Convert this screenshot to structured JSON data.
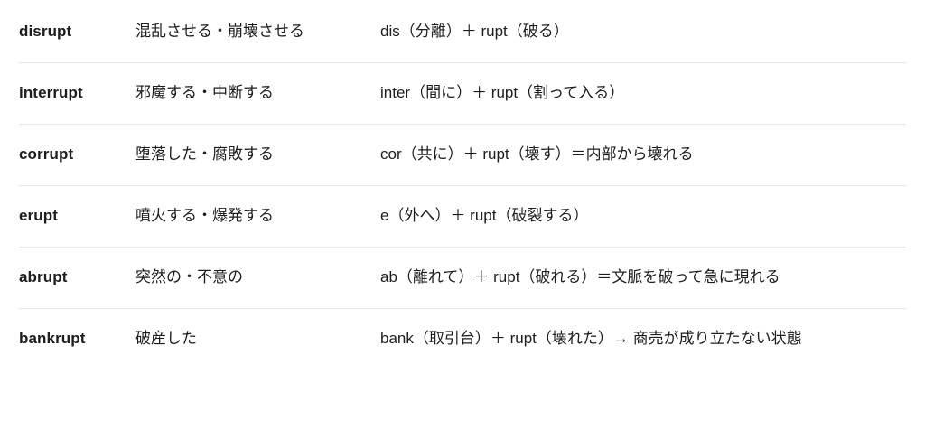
{
  "colors": {
    "background": "#ffffff",
    "text": "#1d1d1f",
    "divider": "#e5e5e5"
  },
  "table": {
    "rows": [
      {
        "word": "disrupt",
        "meaning": "混乱させる・崩壊させる",
        "etymology": "dis（分離）＋ rupt（破る）"
      },
      {
        "word": "interrupt",
        "meaning": "邪魔する・中断する",
        "etymology": "inter（間に）＋ rupt（割って入る）"
      },
      {
        "word": "corrupt",
        "meaning": "堕落した・腐敗する",
        "etymology": "cor（共に）＋ rupt（壊す）＝内部から壊れる"
      },
      {
        "word": "erupt",
        "meaning": "噴火する・爆発する",
        "etymology": "e（外へ）＋ rupt（破裂する）"
      },
      {
        "word": "abrupt",
        "meaning": "突然の・不意の",
        "etymology": "ab（離れて）＋ rupt（破れる）＝文脈を破って急に現れる"
      },
      {
        "word": "bankrupt",
        "meaning": "破産した",
        "etymology": "bank（取引台）＋ rupt（壊れた）→ 商売が成り立たない状態"
      }
    ]
  }
}
